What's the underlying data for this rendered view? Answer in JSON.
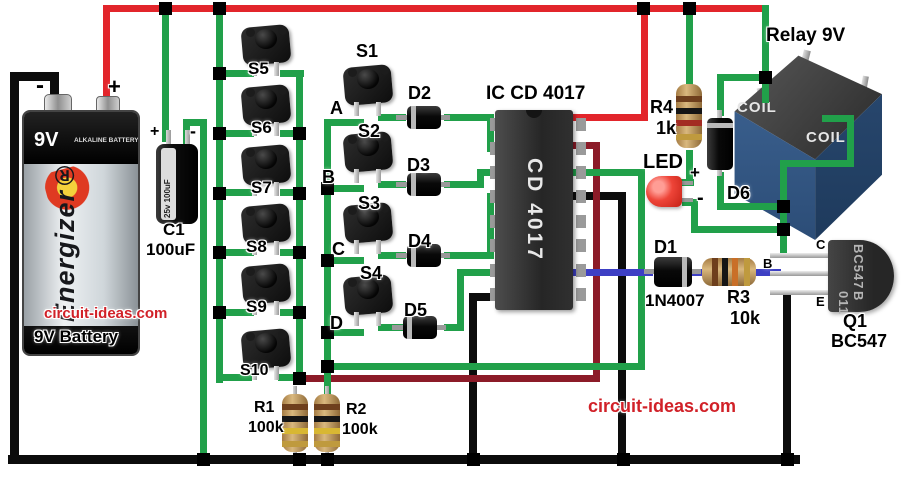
{
  "colors": {
    "power_rail": "#e2252b",
    "wire_green": "#21a04a",
    "wire_maroon": "#8c1b28",
    "wire_blue": "#3d3fc4",
    "wire_black": "#0c0c0c",
    "watermark_red": "#d12128"
  },
  "watermarks": {
    "left": "circuit-ideas.com",
    "right": "circuit-ideas.com"
  },
  "battery": {
    "label": "9V Battery",
    "brand": "Energizer®",
    "size": "9V",
    "type_text": "ALKALINE BATTERY",
    "plus": "+",
    "minus": "-"
  },
  "c1": {
    "name": "C1",
    "value": "100uF",
    "body_text": "25v 100uF",
    "plus": "+",
    "minus": "-"
  },
  "reset_switches": [
    "S5",
    "S6",
    "S7",
    "S8",
    "S9",
    "S10"
  ],
  "code_rows": [
    "A",
    "B",
    "C",
    "D"
  ],
  "code_switches": [
    "S1",
    "S2",
    "S3",
    "S4"
  ],
  "code_diodes": [
    "D2",
    "D3",
    "D4",
    "D5"
  ],
  "ic": {
    "title": "IC CD 4017",
    "chip_text": "CD 4017"
  },
  "r1": {
    "name": "R1",
    "value": "100k"
  },
  "r2": {
    "name": "R2",
    "value": "100k"
  },
  "r3": {
    "name": "R3",
    "value": "10k"
  },
  "r4": {
    "name": "R4",
    "value": "1k"
  },
  "d1": {
    "name": "D1",
    "value": "1N4007"
  },
  "d6": {
    "name": "D6"
  },
  "led": {
    "name": "LED",
    "plus": "+",
    "minus": "-"
  },
  "relay": {
    "label": "Relay 9V",
    "coil_left": "COIL",
    "coil_right": "COIL"
  },
  "q1": {
    "name": "Q1",
    "value": "BC547",
    "chip_line1": "BC547",
    "chip_line2": "B 011",
    "pin_c": "C",
    "pin_b": "B",
    "pin_e": "E"
  }
}
